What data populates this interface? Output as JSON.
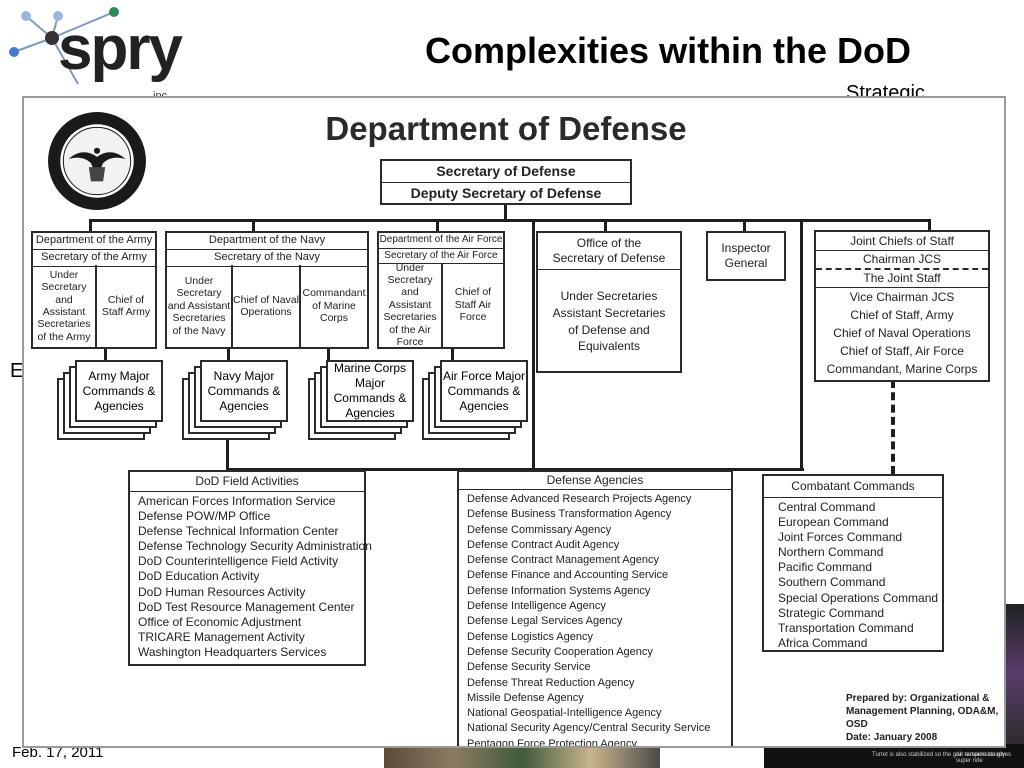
{
  "slide": {
    "title": "Complexities within the DoD",
    "peek_text_top": "Strategic",
    "peek_text_left": "E",
    "date": "Feb. 17, 2011",
    "photo_caption_1": "Turret is also stabilized so the gun remains steady",
    "photo_caption_2": "Air suspension gives super ride"
  },
  "logo": {
    "name": "spry",
    "suffix": "inc."
  },
  "org_chart": {
    "title": "Department of Defense",
    "top": {
      "line1": "Secretary of Defense",
      "line2": "Deputy Secretary of Defense"
    },
    "army": {
      "header1": "Department of the Army",
      "header2": "Secretary of the Army",
      "col1": "Under Secretary and Assistant Secretaries of the Army",
      "col2": "Chief of Staff Army",
      "stack": "Army Major Commands & Agencies"
    },
    "navy": {
      "header1": "Department of the Navy",
      "header2": "Secretary of the Navy",
      "col1": "Under Secretary and Assistant Secretaries of the Navy",
      "col2": "Chief of Naval Operations",
      "col3": "Commandant of Marine Corps",
      "stack_navy": "Navy Major Commands & Agencies",
      "stack_mc": "Marine Corps Major Commands & Agencies"
    },
    "airforce": {
      "header1": "Department of the Air Force",
      "header2": "Secretary of the Air Force",
      "col1": "Under Secretary and Assistant Secretaries of the Air Force",
      "col2": "Chief of Staff Air Force",
      "stack": "Air Force Major Commands & Agencies"
    },
    "osd": {
      "header": "Office of the Secretary of Defense",
      "body": "Under Secretaries Assistant Secretaries of Defense and Equivalents"
    },
    "ig": {
      "label": "Inspector General"
    },
    "jcs": {
      "header": "Joint Chiefs of Staff",
      "chairman": "Chairman JCS",
      "staff": "The Joint Staff",
      "members": [
        "Vice Chairman JCS",
        "Chief of Staff, Army",
        "Chief of Naval Operations",
        "Chief of Staff, Air Force",
        "Commandant, Marine Corps"
      ]
    },
    "field": {
      "header": "DoD Field Activities",
      "items": [
        "American Forces Information Service",
        "Defense POW/MP Office",
        "Defense Technical Information Center",
        "Defense Technology Security Administration",
        "DoD Counterintelligence Field Activity",
        "DoD Education Activity",
        "DoD Human Resources Activity",
        "DoD Test Resource Management Center",
        "Office of Economic Adjustment",
        "TRICARE Management Activity",
        "Washington Headquarters Services"
      ]
    },
    "agencies": {
      "header": "Defense Agencies",
      "items": [
        "Defense Advanced Research Projects Agency",
        "Defense Business Transformation Agency",
        "Defense Commissary Agency",
        "Defense Contract Audit Agency",
        "Defense Contract Management Agency",
        "Defense Finance and Accounting Service",
        "Defense Information Systems Agency",
        "Defense Intelligence Agency",
        "Defense Legal Services Agency",
        "Defense Logistics Agency",
        "Defense Security Cooperation Agency",
        "Defense Security Service",
        "Defense Threat Reduction Agency",
        "Missile Defense Agency",
        "National Geospatial-Intelligence Agency",
        "National Security Agency/Central Security Service",
        "Pentagon Force Protection Agency"
      ]
    },
    "combatant": {
      "header": "Combatant Commands",
      "items": [
        "Central Command",
        "European Command",
        "Joint Forces Command",
        "Northern Command",
        "Pacific Command",
        "Southern Command",
        "Special Operations Command",
        "Strategic Command",
        "Transportation Command",
        "Africa Command"
      ]
    },
    "prepared": {
      "line1": "Prepared by:  Organizational &",
      "line2": "Management Planning, ODA&M,",
      "line3": "OSD",
      "line4": "Date:  January 2008"
    }
  }
}
